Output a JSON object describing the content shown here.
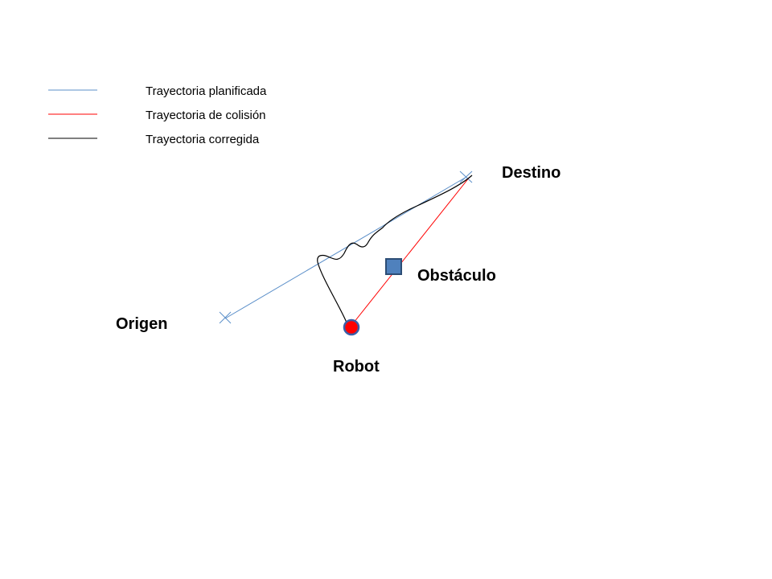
{
  "legend": {
    "items": [
      {
        "label": "Trayectoria planificada",
        "color": "#5b8fc9"
      },
      {
        "label": "Trayectoria de colisión",
        "color": "#ff0000"
      },
      {
        "label": "Trayectoria corregida",
        "color": "#000000"
      }
    ]
  },
  "labels": {
    "destination": "Destino",
    "obstacle": "Obstáculo",
    "origin": "Origen",
    "robot": "Robot"
  },
  "colors": {
    "planned_path": "#5b8fc9",
    "collision_path": "#ff0000",
    "corrected_path": "#000000",
    "robot_fill": "#ff0000",
    "robot_stroke": "#3a5fa8",
    "obstacle_fill": "#4f81bd",
    "obstacle_stroke": "#2c4d75"
  }
}
